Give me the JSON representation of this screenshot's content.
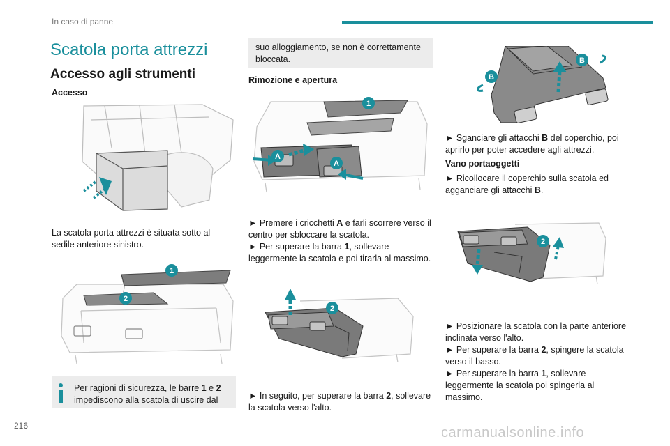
{
  "header": {
    "chapter": "In caso di panne"
  },
  "left": {
    "section_title": "Scatola porta attrezzi",
    "subsection_title": "Accesso agli strumenti",
    "label_access": "Accesso",
    "para1": "La scatola porta attrezzi è situata sotto al sedile anteriore sinistro.",
    "info": {
      "p1": "Per ragioni di sicurezza, le barre ",
      "b1": "1",
      "p2": " e ",
      "b2": "2",
      "p3": " impediscono alla scatola di uscire dal"
    }
  },
  "middle": {
    "info_cont": "suo alloggiamento, se non è correttamente bloccata.",
    "heading": "Rimozione e apertura",
    "step1": {
      "a": "► Premere i cricchetti ",
      "b": "A",
      "c": " e farli scorrere verso il centro per sbloccare la scatola."
    },
    "step2": {
      "a": "► Per superare la barra ",
      "b": "1",
      "c": ", sollevare leggermente la scatola e poi tirarla al massimo."
    },
    "step3": {
      "a": "► In seguito, per superare la barra ",
      "b": "2",
      "c": ", sollevare la scatola verso l'alto."
    }
  },
  "right": {
    "step1": {
      "a": "► Sganciare gli attacchi ",
      "b": "B",
      "c": " del coperchio, poi aprirlo per poter accedere agli attrezzi."
    },
    "heading": "Vano portaoggetti",
    "step2": {
      "a": "► Ricollocare il coperchio sulla scatola ed agganciare gli attacchi ",
      "b": "B",
      "c": "."
    },
    "step3": "► Posizionare la scatola con la parte anteriore inclinata verso l'alto.",
    "step4": {
      "a": "► Per superare la barra ",
      "b": "2",
      "c": ", spingere la scatola verso il basso."
    },
    "step5": {
      "a": "► Per superare la barra ",
      "b": "1",
      "c": ", sollevare leggermente la scatola poi spingerla al massimo."
    }
  },
  "callouts": {
    "one": "1",
    "two": "2",
    "a": "A",
    "b": "B"
  },
  "footer": {
    "page_number": "216",
    "watermark": "carmanualsonline.info"
  },
  "colors": {
    "accent": "#1a8f9c",
    "info_bg": "#ececec"
  }
}
